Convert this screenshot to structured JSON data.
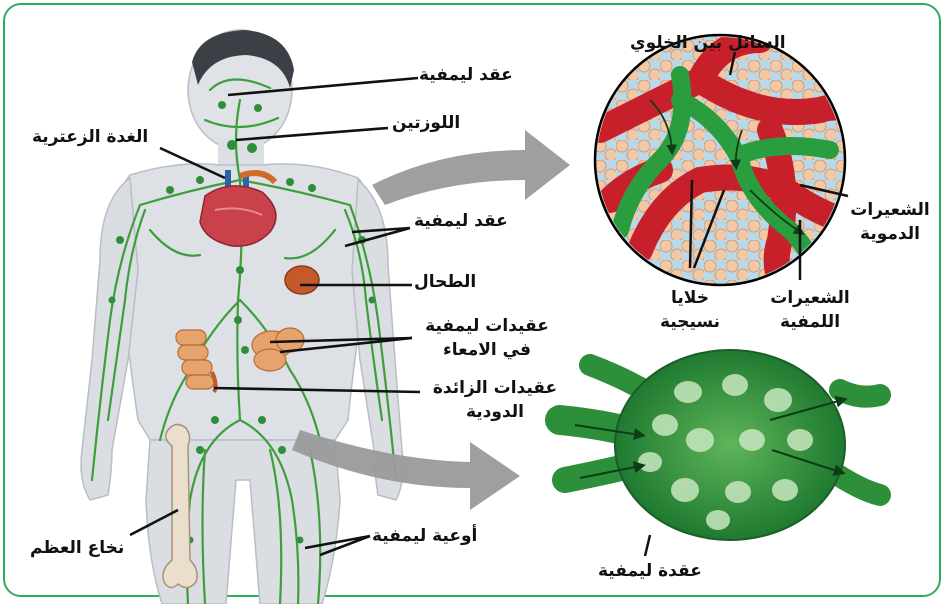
{
  "colors": {
    "frame": "#2fae5a",
    "lymph": "#3e9e3c",
    "blood": "#c8202a",
    "body": "#d9dde3",
    "heart": "#c9414a",
    "cells": "#f0c4a0",
    "node": "#2e8f3a",
    "arrow": "#9a9a9a"
  },
  "labels": {
    "lymph_nodes_head": "عقد ليمفية",
    "tonsils": "اللوزتين",
    "thymus": "الغدة الزعترية",
    "lymph_nodes_arm": "عقد ليمفية",
    "spleen": "الطحال",
    "intestinal_nodes_line1": "عقيدات ليمفية",
    "intestinal_nodes_line2": "في الامعاء",
    "appendix_nodes_line1": "عقيدات الزائدة",
    "appendix_nodes_line2": "الدودية",
    "bone_marrow": "نخاع العظم",
    "lymph_vessels": "أوعية ليمفية",
    "interstitial_fluid": "السائل بين الخلوي",
    "blood_capillaries_line1": "الشعيرات",
    "blood_capillaries_line2": "الدموية",
    "tissue_cells_line1": "خلايا",
    "tissue_cells_line2": "نسيجية",
    "lymph_capillaries_line1": "الشعيرات",
    "lymph_capillaries_line2": "اللمفية",
    "lymph_node": "عقدة ليمفية"
  }
}
